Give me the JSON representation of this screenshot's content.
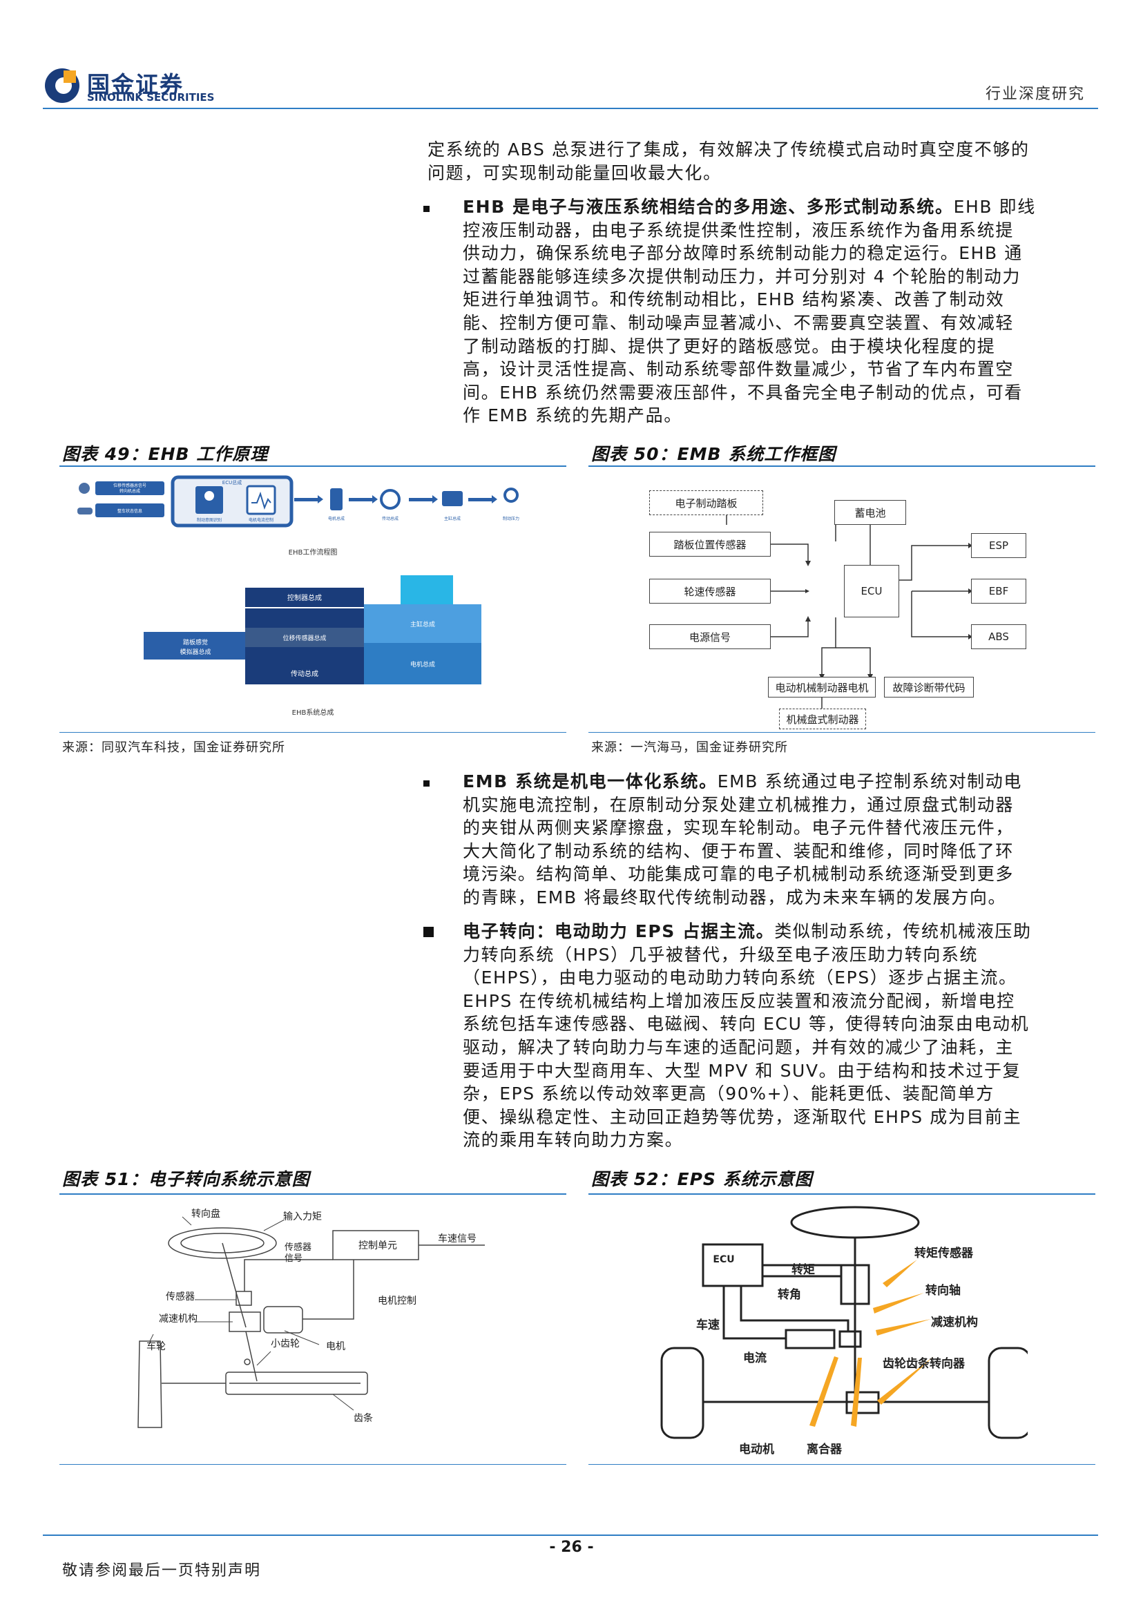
{
  "header": {
    "logo_cn": "国金证券",
    "logo_en": "SINOLINK SECURITIES",
    "section": "行业深度研究",
    "brand_color": "#1a3c7a",
    "accent_color": "#2e7dc4",
    "logo_orange": "#f5a623"
  },
  "intro_lines": [
    "定系统的 ABS 总泵进行了集成，有效解决了传统模式启动时真空度不够的",
    "问题，可实现制动能量回收最大化。"
  ],
  "ehb": {
    "lead": "EHB 是电子与液压系统相结合的多用途、多形式制动系统。",
    "line1": "EHB 即线",
    "lines": [
      "控液压制动器，由电子系统提供柔性控制，液压系统作为备用系统提",
      "供动力，确保系统电子部分故障时系统制动能力的稳定运行。EHB 通",
      "过蓄能器能够连续多次提供制动压力，并可分别对 4 个轮胎的制动力",
      "矩进行单独调节。和传统制动相比，EHB 结构紧凑、改善了制动效",
      "能、控制方便可靠、制动噪声显著减小、不需要真空装置、有效减轻",
      "了制动踏板的打脚、提供了更好的踏板感觉。由于模块化程度的提",
      "高，设计灵活性提高、制动系统零部件数量减少，节省了车内布置空",
      "间。EHB 系统仍然需要液压部件，不具备完全电子制动的优点，可看",
      "作 EMB 系统的先期产品。"
    ]
  },
  "fig49": {
    "title": "图表 49：EHB 工作原理",
    "source": "来源：同驭汽车科技，国金证券研究所",
    "top_row": [
      "位移传感器总信号",
      "转向机总成",
      "整车状态信息",
      "制动意图识别",
      "ECU总成",
      "电机电流控制",
      "电机总成",
      "传动总成",
      "主缸总成",
      "制动压力"
    ],
    "flow_caption": "EHB工作流程图",
    "blocks": [
      "控制器总成",
      "踏板感觉模拟器总成",
      "位移传感器总成",
      "主缸总成",
      "传动总成",
      "电机总成"
    ],
    "bottom_caption": "EHB系统总成"
  },
  "fig50": {
    "title": "图表 50：EMB 系统工作框图",
    "source": "来源：一汽海马，国金证券研究所",
    "boxes": {
      "pedal": "电子制动踏板",
      "battery": "蓄电池",
      "pos_sensor": "踏板位置传感器",
      "speed_sensor": "轮速传感器",
      "power_signal": "电源信号",
      "ecu": "ECU",
      "esp": "ESP",
      "ebf": "EBF",
      "abs": "ABS",
      "motor": "电动机械制动器电机",
      "diag": "故障诊断带代码",
      "disc": "机械盘式制动器"
    }
  },
  "emb": {
    "lead": "EMB 系统是机电一体化系统。",
    "line1": "EMB 系统通过电子控制系统对制动电",
    "lines": [
      "机实施电流控制，在原制动分泵处建立机械推力，通过原盘式制动器",
      "的夹钳从两侧夹紧摩擦盘，实现车轮制动。电子元件替代液压元件，",
      "大大简化了制动系统的结构、便于布置、装配和维修，同时降低了环",
      "境污染。结构简单、功能集成可靠的电子机械制动系统逐渐受到更多",
      "的青睐，EMB 将最终取代传统制动器，成为未来车辆的发展方向。"
    ]
  },
  "steer": {
    "lead": "电子转向：电动助力 EPS 占据主流。",
    "line1": "类似制动系统，传统机械液压助",
    "lines": [
      "力转向系统（HPS）几乎被替代，升级至电子液压助力转向系统",
      "（EHPS），由电力驱动的电动助力转向系统（EPS）逐步占据主流。",
      "EHPS 在传统机械结构上增加液压反应装置和液流分配阀，新增电控",
      "系统包括车速传感器、电磁阀、转向 ECU 等，使得转向油泵由电动机",
      "驱动，解决了转向助力与车速的适配问题，并有效的减少了油耗，主",
      "要适用于中大型商用车、大型 MPV 和 SUV。由于结构和技术过于复",
      "杂，EPS 系统以传动效率更高（90%+）、能耗更低、装配简单方",
      "便、操纵稳定性、主动回正趋势等优势，逐渐取代 EHPS 成为目前主",
      "流的乘用车转向助力方案。"
    ]
  },
  "fig51": {
    "title": "图表 51：电子转向系统示意图",
    "labels": {
      "wheel_top": "转向盘",
      "torque_in": "输入力矩",
      "sensor_signal": "传感器\n信号",
      "control_unit": "控制单元",
      "speed_signal": "车速信号",
      "sensor": "传感器",
      "reducer": "减速机构",
      "motor_ctrl": "电机控制",
      "wheel": "车轮",
      "motor": "电机",
      "pinion": "小齿轮",
      "rack": "齿条"
    }
  },
  "fig52": {
    "title": "图表 52：EPS 系统示意图",
    "labels": {
      "ecu": "ECU",
      "torque": "转矩",
      "angle": "转角",
      "speed": "车速",
      "current": "电流",
      "torque_sensor": "转矩传感器",
      "steer_shaft": "转向轴",
      "reducer": "减速机构",
      "rack_gear": "齿轮齿条转向器",
      "motor": "电动机",
      "clutch": "离合器"
    }
  },
  "footer": {
    "page": "- 26 -",
    "note": "敬请参阅最后一页特别声明"
  }
}
